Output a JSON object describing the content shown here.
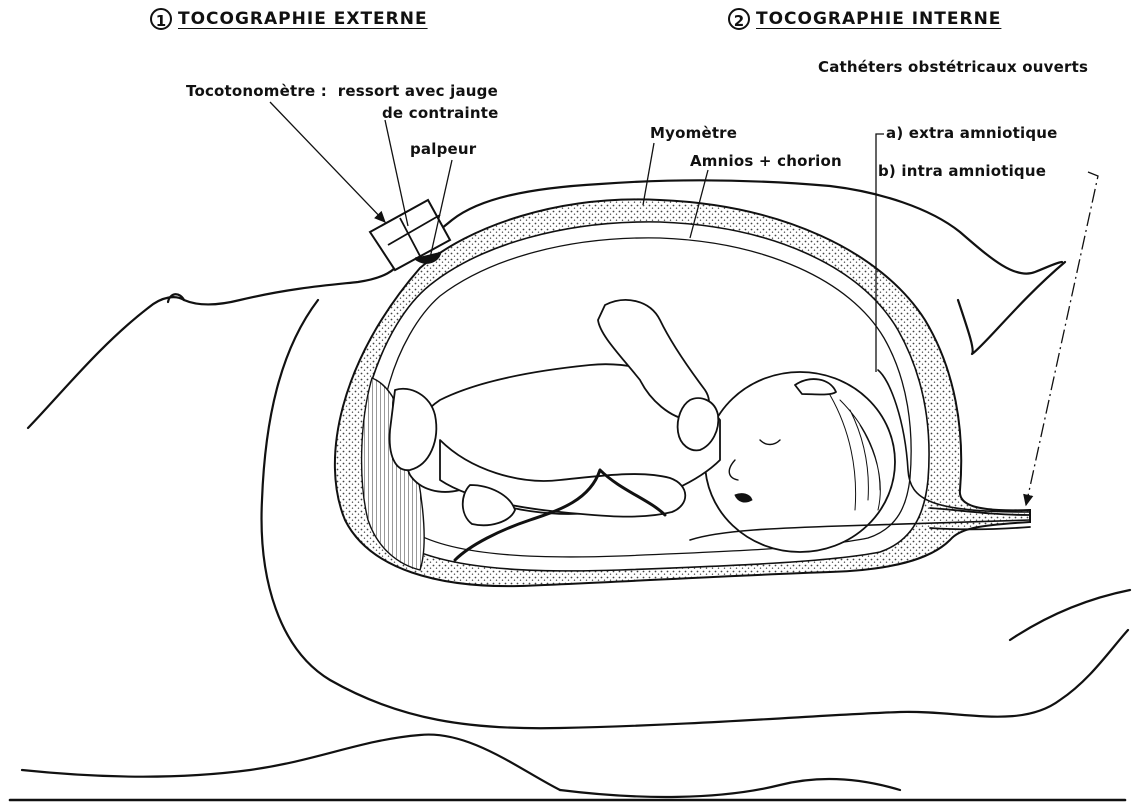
{
  "header_external": {
    "number": "1",
    "title": "TOCOGRAPHIE EXTERNE"
  },
  "header_internal": {
    "number": "2",
    "title": "TOCOGRAPHIE INTERNE"
  },
  "labels": {
    "catheters": "Cathéters obstétricaux ouverts",
    "tocotonometre_line1": "Tocotonomètre :  ressort avec jauge",
    "tocotonometre_line2": "de contrainte",
    "palpeur": "palpeur",
    "myometre": "Myomètre",
    "amnios": "Amnios + chorion",
    "extra_amniotique": "a) extra amniotique",
    "intra_amniotique": "b) intra amniotique"
  },
  "colors": {
    "ink": "#111111",
    "background": "#ffffff",
    "stipple": "#555555"
  }
}
